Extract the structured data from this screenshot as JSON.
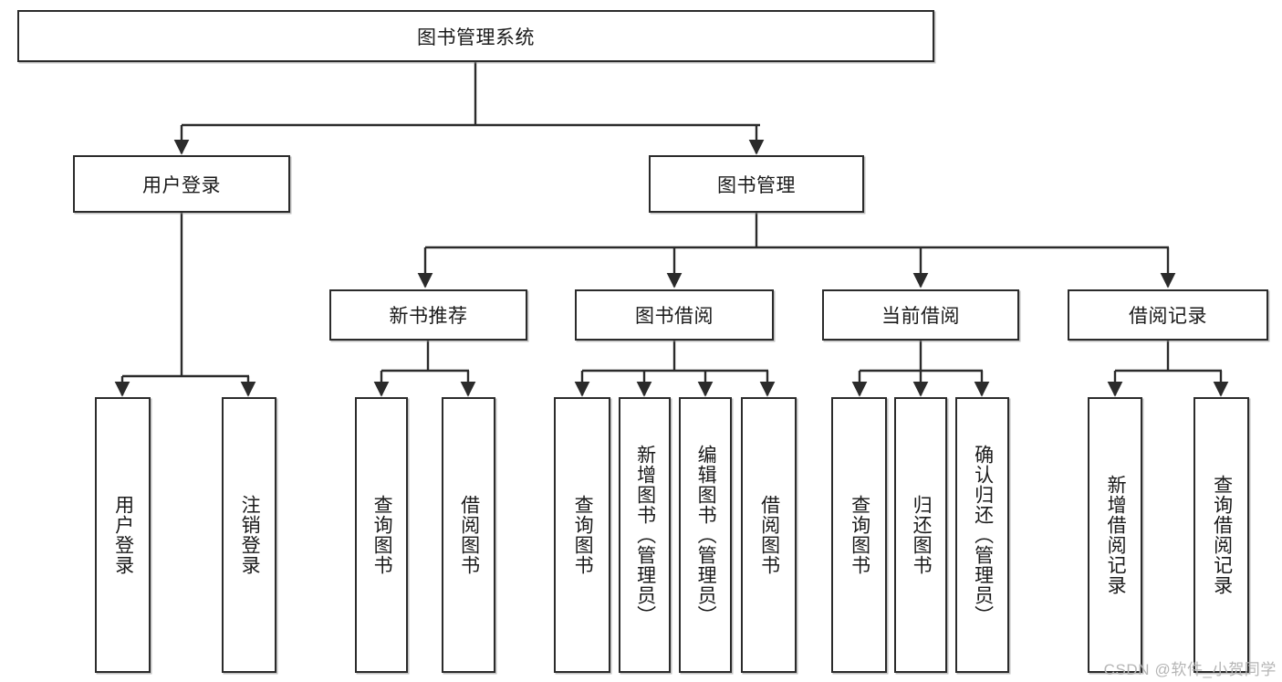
{
  "diagram": {
    "type": "tree-hierarchy-chart",
    "title": "图书管理系统",
    "watermark": "CSDN @软件_小贺同学",
    "colors": {
      "box_border": "#2b2b2b",
      "box_fill": "#ffffff",
      "connector": "#2b2b2b",
      "text": "#1a1a1a",
      "watermark": "#b5b5b5"
    },
    "levels": [
      {
        "level": 1,
        "nodes": [
          {
            "id": "root",
            "label": "图书管理系统",
            "orientation": "horizontal"
          }
        ]
      },
      {
        "level": 2,
        "nodes": [
          {
            "id": "login",
            "label": "用户登录",
            "orientation": "horizontal",
            "parent": "root"
          },
          {
            "id": "bookmgmt",
            "label": "图书管理",
            "orientation": "horizontal",
            "parent": "root"
          }
        ]
      },
      {
        "level": 3,
        "nodes": [
          {
            "id": "newbook",
            "label": "新书推荐",
            "orientation": "horizontal",
            "parent": "bookmgmt"
          },
          {
            "id": "borrow",
            "label": "图书借阅",
            "orientation": "horizontal",
            "parent": "bookmgmt"
          },
          {
            "id": "current",
            "label": "当前借阅",
            "orientation": "horizontal",
            "parent": "bookmgmt"
          },
          {
            "id": "records",
            "label": "借阅记录",
            "orientation": "horizontal",
            "parent": "bookmgmt"
          }
        ]
      },
      {
        "level": 4,
        "nodes": [
          {
            "id": "leaf-1",
            "label": "用户登录",
            "orientation": "vertical",
            "parent": "login"
          },
          {
            "id": "leaf-2",
            "label": "注销登录",
            "orientation": "vertical",
            "parent": "login"
          },
          {
            "id": "leaf-3",
            "label": "查询图书",
            "orientation": "vertical",
            "parent": "newbook"
          },
          {
            "id": "leaf-4",
            "label": "借阅图书",
            "orientation": "vertical",
            "parent": "newbook"
          },
          {
            "id": "leaf-5",
            "label": "查询图书",
            "orientation": "vertical",
            "parent": "borrow"
          },
          {
            "id": "leaf-6",
            "label": "新增图书（管理员）",
            "orientation": "vertical",
            "parent": "borrow"
          },
          {
            "id": "leaf-7",
            "label": "编辑图书（管理员）",
            "orientation": "vertical",
            "parent": "borrow"
          },
          {
            "id": "leaf-8",
            "label": "借阅图书",
            "orientation": "vertical",
            "parent": "borrow"
          },
          {
            "id": "leaf-9",
            "label": "查询图书",
            "orientation": "vertical",
            "parent": "current"
          },
          {
            "id": "leaf-10",
            "label": "归还图书",
            "orientation": "vertical",
            "parent": "current"
          },
          {
            "id": "leaf-11",
            "label": "确认归还（管理员）",
            "orientation": "vertical",
            "parent": "current"
          },
          {
            "id": "leaf-12",
            "label": "新增借阅记录",
            "orientation": "vertical",
            "parent": "records"
          },
          {
            "id": "leaf-13",
            "label": "查询借阅记录",
            "orientation": "vertical",
            "parent": "records"
          }
        ]
      }
    ]
  }
}
